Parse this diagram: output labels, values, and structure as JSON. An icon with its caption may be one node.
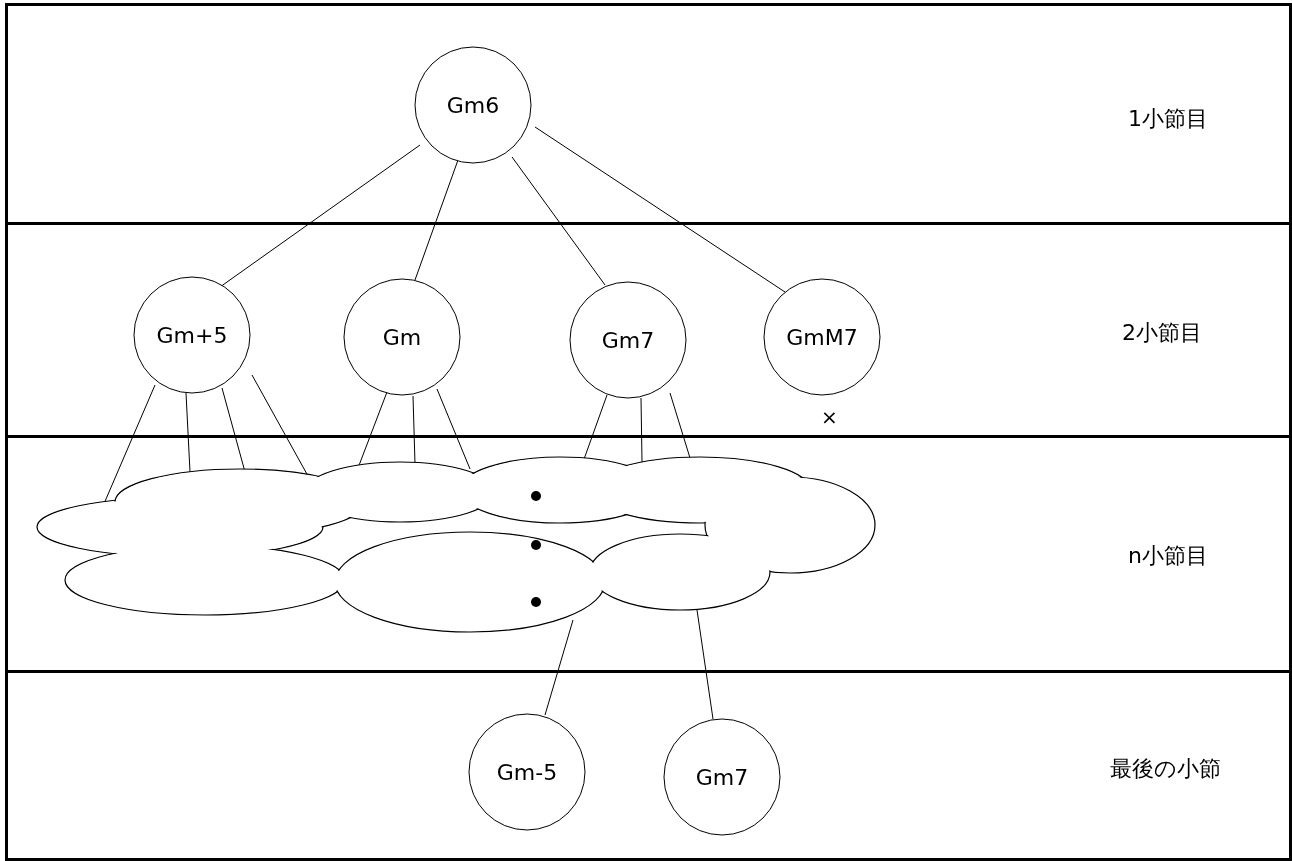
{
  "diagram": {
    "nodes": [
      {
        "text": [
          "1小節目"
        ]
      },
      {
        "text": [
          "Gm6"
        ],
        "in": 0
      },
      {
        "text": [
          "2小節目"
        ]
      },
      {
        "text": [
          "Gm+5"
        ],
        "in": 2
      },
      {
        "text": [
          "Gm"
        ],
        "in": 2
      },
      {
        "text": [
          "Gm7"
        ],
        "in": 2
      },
      {
        "text": [
          "GmM7"
        ],
        "in": 2,
        "beside": [
          "×"
        ]
      },
      {
        "text": [
          "n小節目"
        ]
      },
      {
        "text": [],
        "shape": "cloud",
        "in": 7
      },
      {
        "text": [
          "最後の小節"
        ]
      },
      {
        "text": [
          "Gm-5"
        ],
        "in": 9
      },
      {
        "text": [
          "Gm7"
        ],
        "in": 9
      }
    ],
    "edges": [
      {
        "from": 1,
        "to": 3,
        "arrow": "none"
      },
      {
        "from": 1,
        "to": 4,
        "arrow": "none"
      },
      {
        "from": 1,
        "to": 5,
        "arrow": "none"
      },
      {
        "from": 1,
        "to": 6,
        "arrow": "none"
      },
      {
        "from": 3,
        "to": 8,
        "arrow": "none"
      },
      {
        "from": 3,
        "to": 8,
        "arrow": "none"
      },
      {
        "from": 3,
        "to": 8,
        "arrow": "none"
      },
      {
        "from": 3,
        "to": 8,
        "arrow": "none"
      },
      {
        "from": 4,
        "to": 8,
        "arrow": "none"
      },
      {
        "from": 4,
        "to": 8,
        "arrow": "none"
      },
      {
        "from": 4,
        "to": 8,
        "arrow": "none"
      },
      {
        "from": 5,
        "to": 8,
        "arrow": "none"
      },
      {
        "from": 5,
        "to": 8,
        "arrow": "none"
      },
      {
        "from": 5,
        "to": 8,
        "arrow": "none"
      },
      {
        "from": 8,
        "to": 10,
        "arrow": "none"
      },
      {
        "from": 8,
        "to": 11,
        "arrow": "none"
      }
    ]
  }
}
